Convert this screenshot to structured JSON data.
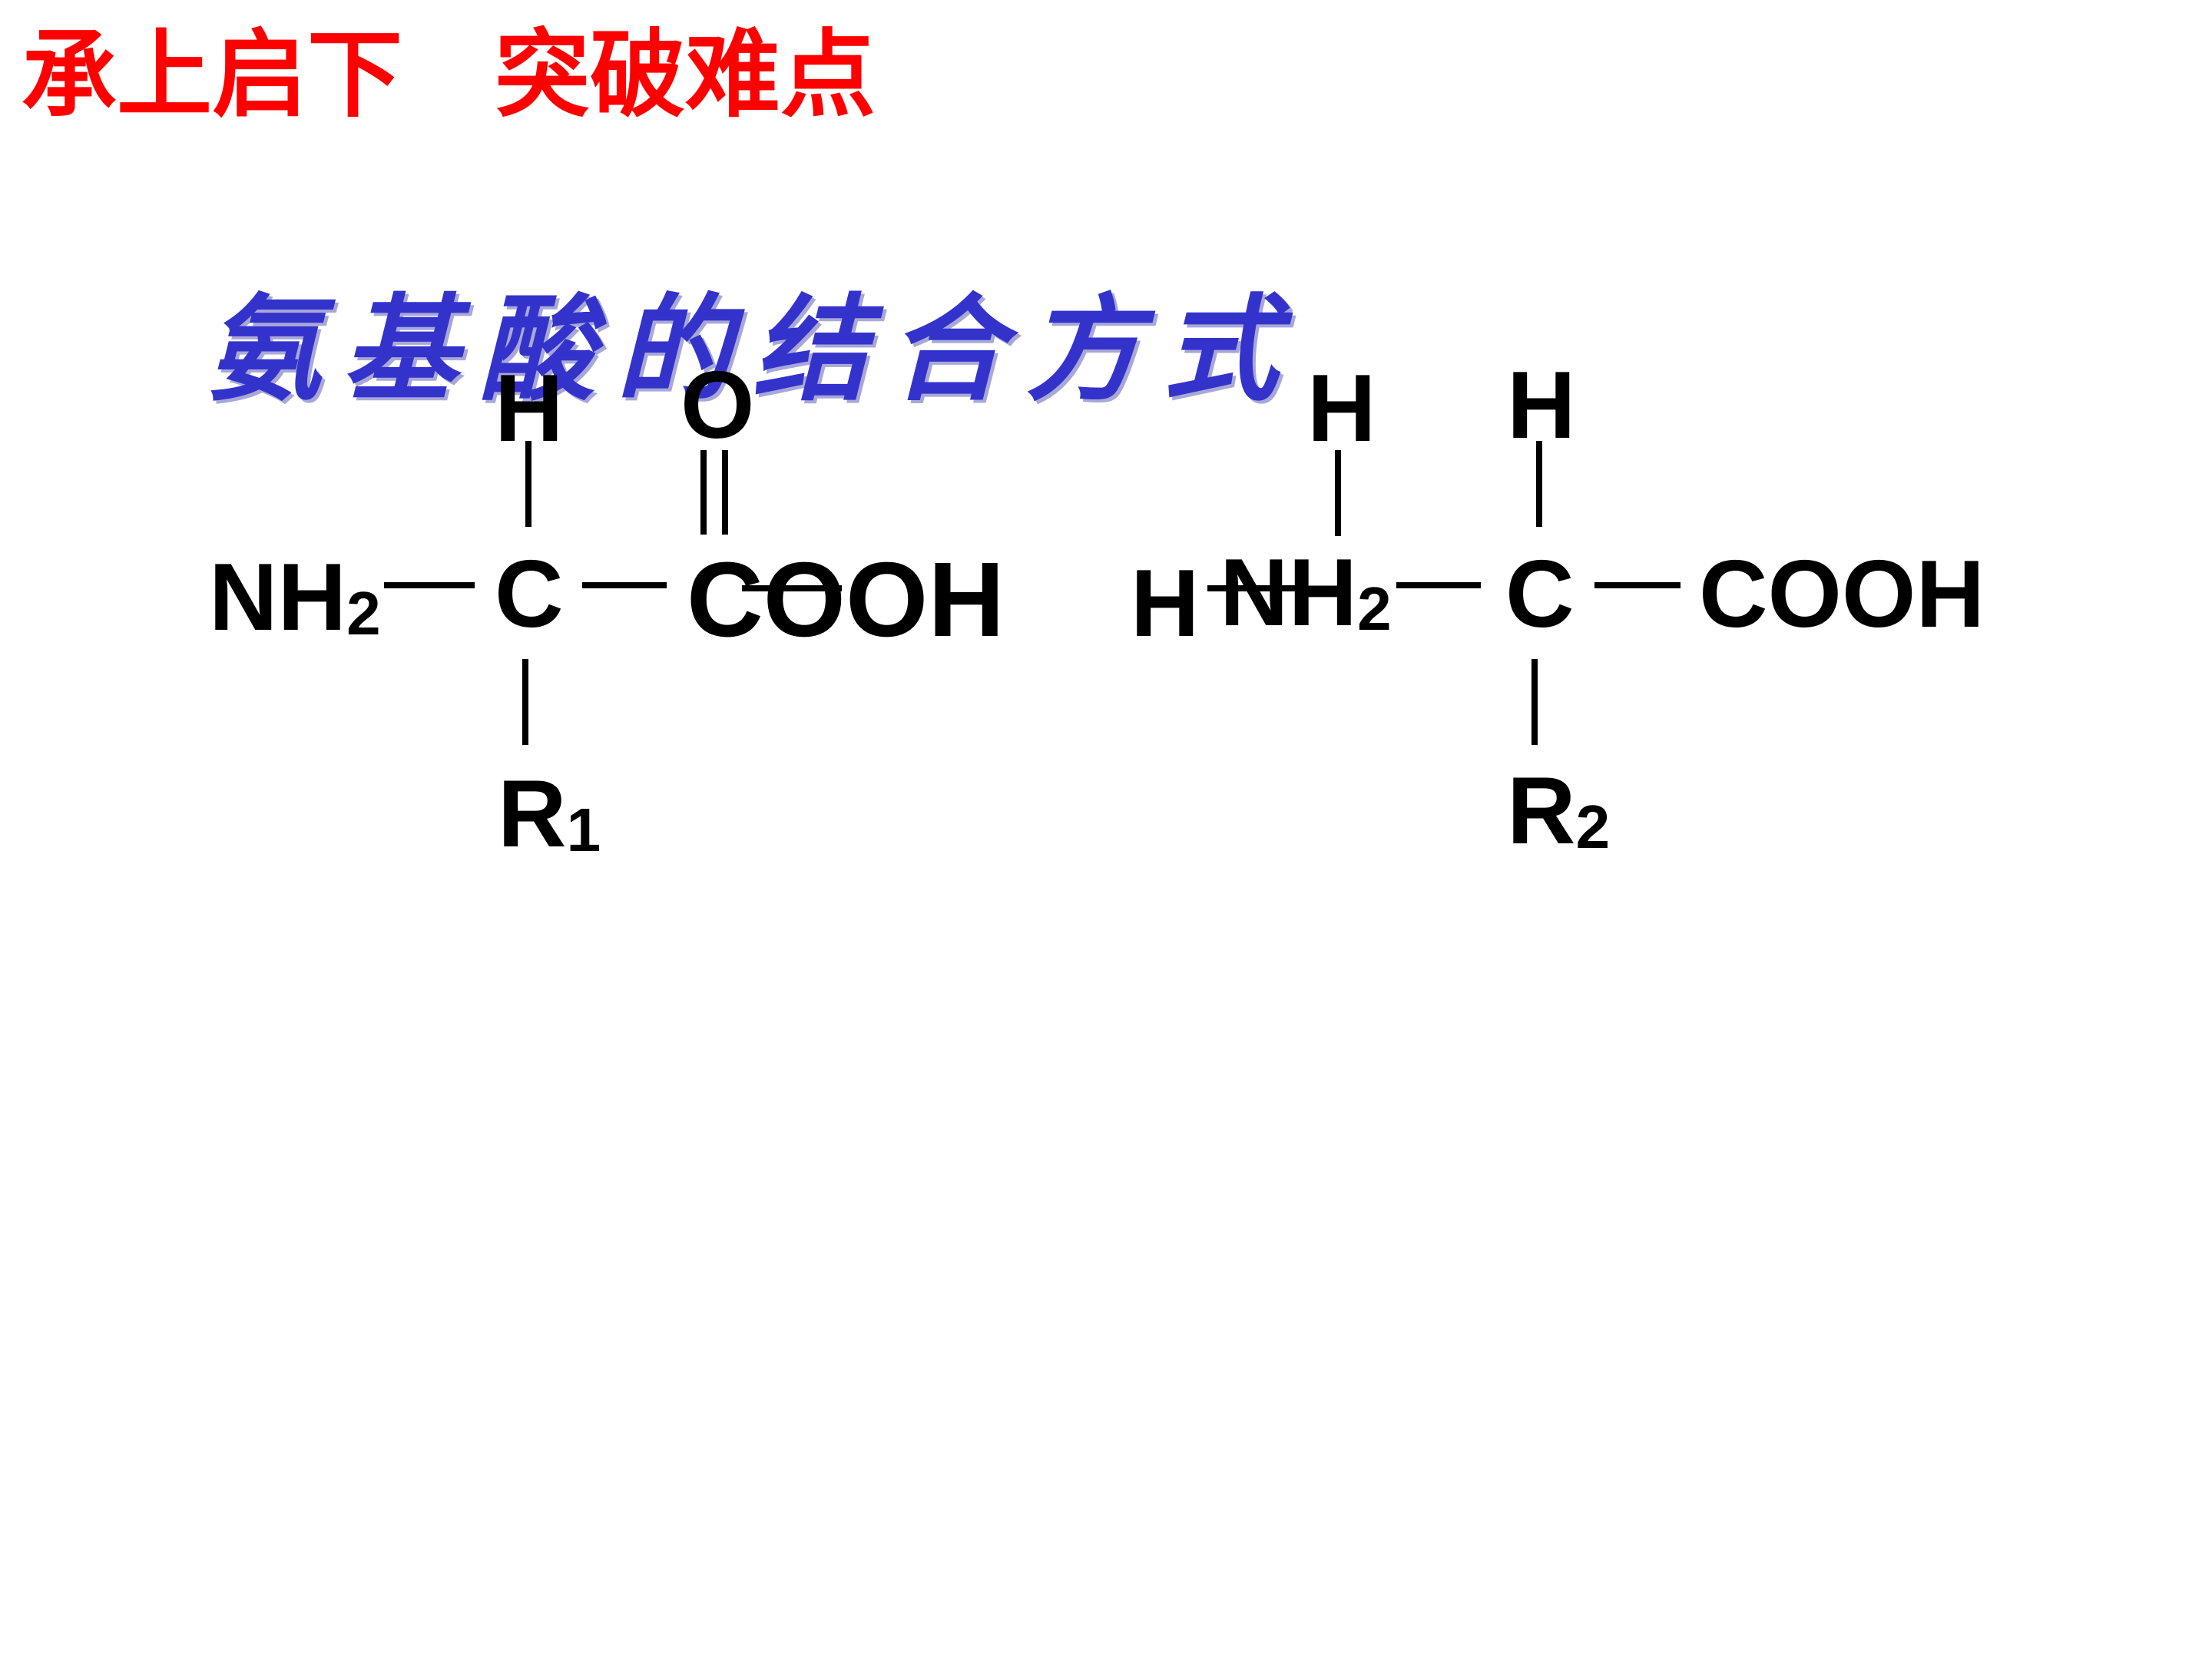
{
  "slide": {
    "heading_part1": "承上启下",
    "heading_part2": "突破难点",
    "subtitle": "氨基酸的结合方式"
  },
  "molecule1": {
    "top_h": "H",
    "carbonyl_o": "O",
    "nh2": "NH",
    "nh2_sub": "2",
    "alpha_c": "C",
    "cooh_c": "C",
    "cooh_overlay": "COOH",
    "oh": "OH",
    "r": "R",
    "r_sub": "1"
  },
  "molecule2": {
    "detached_h": "H",
    "top_h_left": "H",
    "top_h_right": "H",
    "nh2": "NH",
    "nh2_sub": "2",
    "alpha_c": "C",
    "cooh": "COOH",
    "r": "R",
    "r_sub": "2"
  }
}
